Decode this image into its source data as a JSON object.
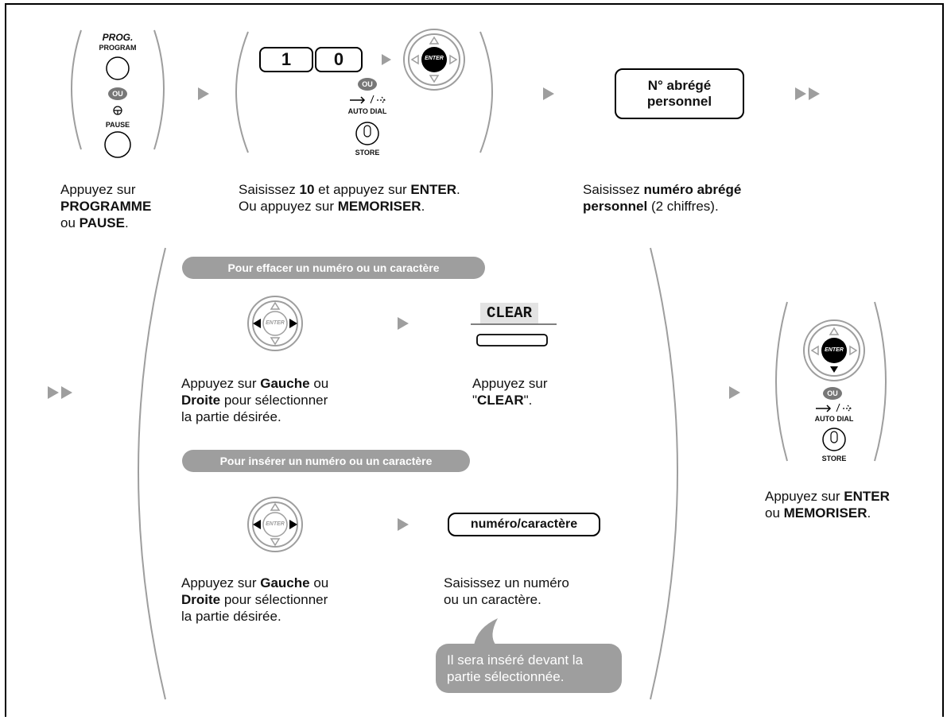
{
  "step1": {
    "prog_label": "PROG.",
    "program_label": "PROGRAM",
    "ou_label": "OU",
    "pause_label": "PAUSE",
    "caption_pre": "Appuyez sur",
    "caption_program": "PROGRAMME",
    "caption_ou": "ou",
    "caption_pause": "PAUSE",
    "caption_end": "."
  },
  "step2": {
    "key1": "1",
    "key2": "0",
    "enter_label": "ENTER",
    "ou_label": "OU",
    "autodial_label": "AUTO DIAL",
    "store_label": "STORE",
    "caption_line1_pre": "Saisissez ",
    "caption_line1_num": "10",
    "caption_line1_mid": " et appuyez sur ",
    "caption_line1_enter": "ENTER",
    "caption_line1_end": ".",
    "caption_line2_pre": "Ou appuyez sur ",
    "caption_line2_mem": "MEMORISER",
    "caption_line2_end": "."
  },
  "step3": {
    "key_line1": "N° abrégé",
    "key_line2": "personnel",
    "caption_pre": "Saisissez ",
    "caption_bold1": "numéro abrégé",
    "caption_bold2": "personnel",
    "caption_end": " (2 chiffres)."
  },
  "clear_section": {
    "pill": "Pour effacer un numéro ou un caractère",
    "enter_label": "ENTER",
    "caption_pre": "Appuyez sur ",
    "caption_gauche": "Gauche",
    "caption_ou": " ou",
    "caption_droite": "Droite",
    "caption_mid": " pour sélectionner",
    "caption_line3": "la partie désirée.",
    "clear_key": "CLEAR",
    "clear_caption_pre": "Appuyez sur",
    "clear_caption_quote_open": "\"",
    "clear_caption_bold": "CLEAR",
    "clear_caption_end": "\"."
  },
  "insert_section": {
    "pill": "Pour insérer un numéro ou un caractère",
    "enter_label": "ENTER",
    "caption_pre": "Appuyez sur ",
    "caption_gauche": "Gauche",
    "caption_ou": " ou",
    "caption_droite": "Droite",
    "caption_mid": " pour sélectionner",
    "caption_line3": "la partie désirée.",
    "key_label": "numéro/caractère",
    "caption2_line1": "Saisissez un numéro",
    "caption2_line2": "ou un caractère.",
    "bubble_line1": "Il sera inséré devant la",
    "bubble_line2": "partie sélectionnée."
  },
  "final_step": {
    "enter_label": "ENTER",
    "ou_label": "OU",
    "autodial_label": "AUTO DIAL",
    "store_label": "STORE",
    "caption_pre": "Appuyez sur ",
    "caption_enter": "ENTER",
    "caption_ou": "ou ",
    "caption_mem": "MEMORISER",
    "caption_end": "."
  }
}
